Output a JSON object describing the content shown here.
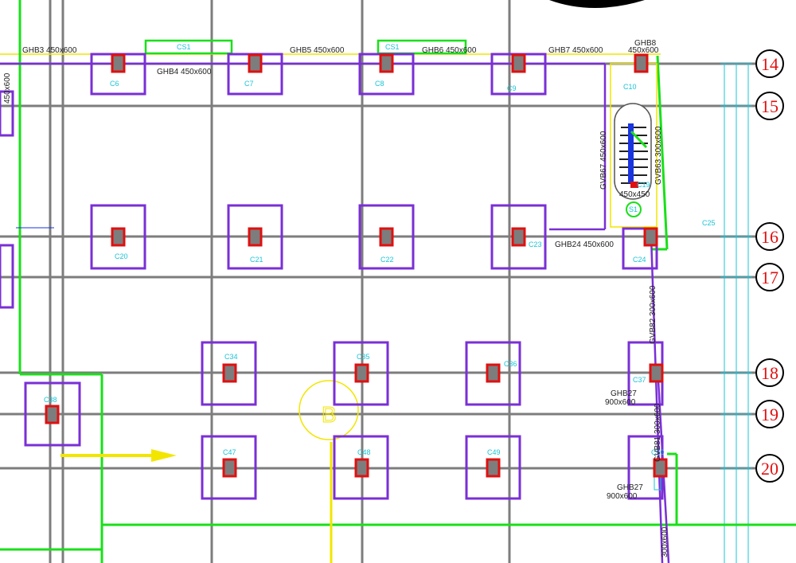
{
  "colors": {
    "grid": "#7d7d7d",
    "footing": "#7a2fd6",
    "column_fill": "#7d7d7d",
    "column_stroke": "#e01010",
    "green": "#19e019",
    "yellow": "#f2e600",
    "cyan": "#19c4d6",
    "axis_red": "#e01010",
    "text": "#222222",
    "blue": "#1a35e0"
  },
  "axis_labels": [
    "14",
    "15",
    "16",
    "17",
    "18",
    "19",
    "20"
  ],
  "beam_labels": {
    "ghb3": "GHB3 450x600",
    "ghb5": "GHB5 450x600",
    "ghb6": "GHB6 450x600",
    "ghb7": "GHB7 450x600",
    "ghb8_a": "GHB8",
    "ghb8_b": "450x600",
    "ghb4": "GHB4 450x600",
    "ghb24": "GHB24 450x600",
    "gvb67": "GVB67 450x600",
    "gvb63": "GVB63 300x600",
    "gvb82": "GVB82 300x600",
    "gvb81": "GVB81 300x600",
    "ghb27_a1": "GHB27",
    "ghb27_a2": "900x600",
    "ghb27_b1": "GHB27",
    "ghb27_b2": "900x600",
    "bottom_vert": "300x600",
    "left_vert": "450x600"
  },
  "cs_labels": {
    "cs1_a": "CS1",
    "cs1_b": "CS1"
  },
  "column_ids": {
    "c6": "C6",
    "c7": "C7",
    "c8": "C8",
    "c9": "C9",
    "c10": "C10",
    "c19": "C19",
    "c20": "C20",
    "c21": "C21",
    "c22": "C22",
    "c23": "C23",
    "c24": "C24",
    "c25": "C25",
    "c34": "C34",
    "c35": "C35",
    "c36": "C36",
    "c37": "C37",
    "c38": "C38",
    "c47": "C47",
    "c48": "C48",
    "c49": "C49",
    "c50": "C50"
  },
  "misc_labels": {
    "s1": "S1",
    "cp_size": "450x450",
    "b_letter": "B"
  }
}
